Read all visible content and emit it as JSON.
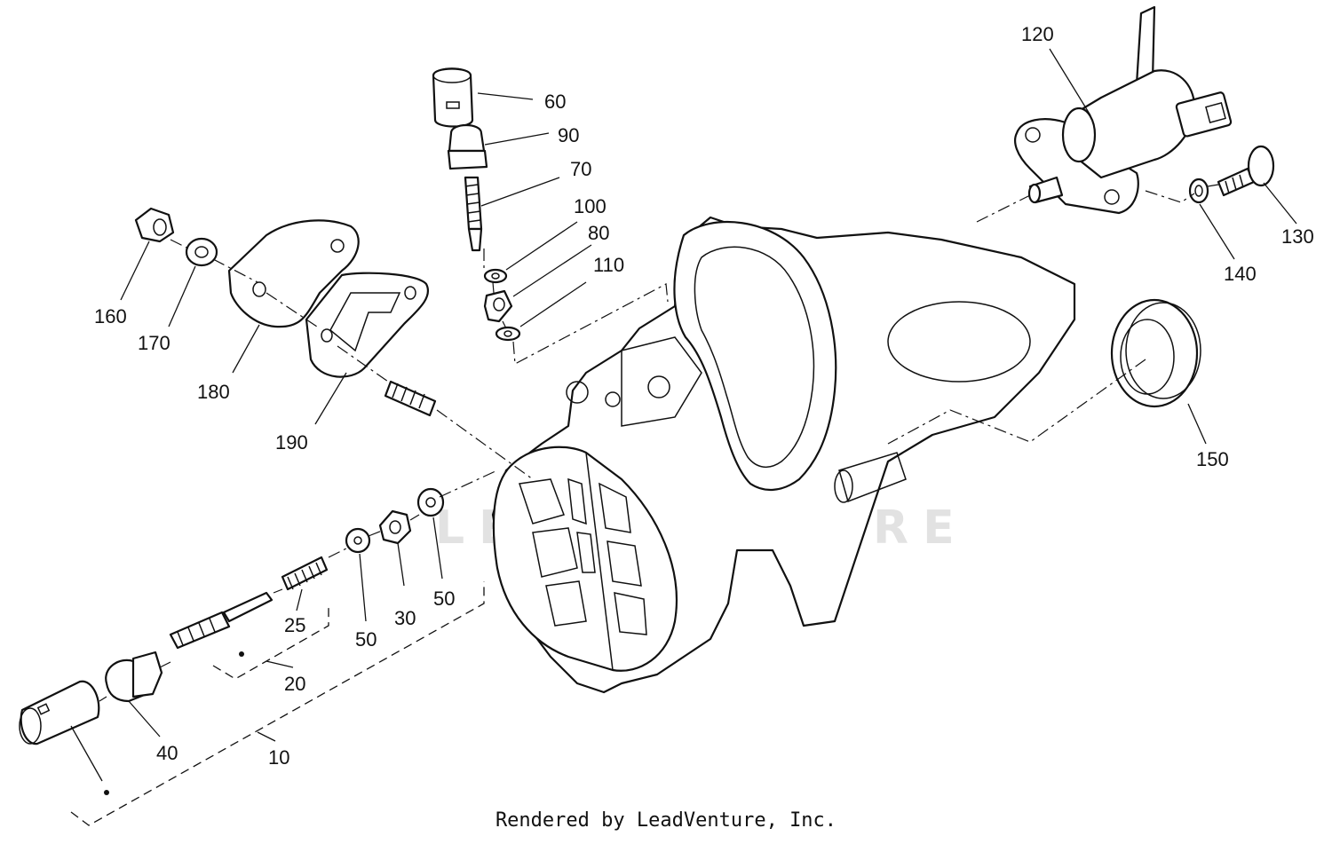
{
  "diagram": {
    "callouts": [
      "10",
      "20",
      "25",
      "30",
      "40",
      "50",
      "50",
      "60",
      "70",
      "80",
      "90",
      "100",
      "110",
      "120",
      "130",
      "140",
      "150",
      "160",
      "170",
      "180",
      "190"
    ],
    "watermark": "LEADVENTURE"
  },
  "footer": {
    "text": "Rendered by LeadVenture, Inc."
  }
}
